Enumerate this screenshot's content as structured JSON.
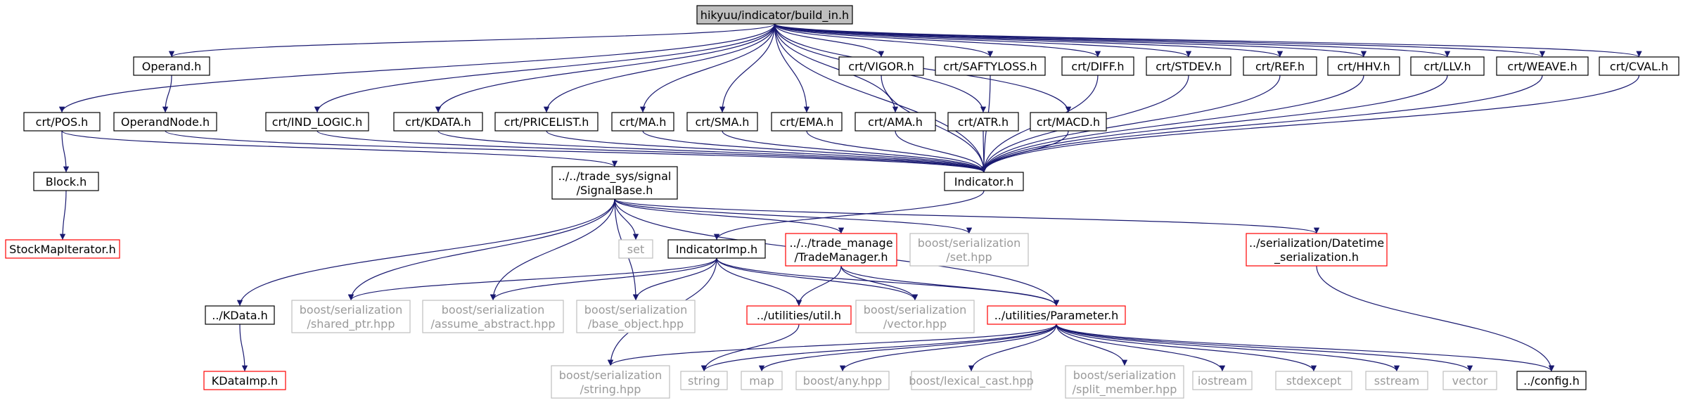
{
  "colors": {
    "edge": "#191970",
    "border_normal": "#000000",
    "border_missing": "#ff0000",
    "border_external": "#bfbfbf",
    "root_fill": "#bfbfbf",
    "text_external": "#9a9a9a"
  },
  "nodes": {
    "root": {
      "label": "hikyuu/indicator/build_in.h",
      "kind": "root"
    },
    "operand": {
      "label": "Operand.h",
      "kind": "normal"
    },
    "operandnode": {
      "label": "OperandNode.h",
      "kind": "normal"
    },
    "pos": {
      "label": "crt/POS.h",
      "kind": "normal"
    },
    "block": {
      "label": "Block.h",
      "kind": "normal"
    },
    "stockmapit": {
      "label": "StockMapIterator.h",
      "kind": "missing"
    },
    "ind_logic": {
      "label": "crt/IND_LOGIC.h",
      "kind": "normal"
    },
    "kdata_crt": {
      "label": "crt/KDATA.h",
      "kind": "normal"
    },
    "pricelist": {
      "label": "crt/PRICELIST.h",
      "kind": "normal"
    },
    "ma": {
      "label": "crt/MA.h",
      "kind": "normal"
    },
    "sma": {
      "label": "crt/SMA.h",
      "kind": "normal"
    },
    "ema": {
      "label": "crt/EMA.h",
      "kind": "normal"
    },
    "ama": {
      "label": "crt/AMA.h",
      "kind": "normal"
    },
    "atr": {
      "label": "crt/ATR.h",
      "kind": "normal"
    },
    "macd": {
      "label": "crt/MACD.h",
      "kind": "normal"
    },
    "vigor": {
      "label": "crt/VIGOR.h",
      "kind": "normal"
    },
    "saftyloss": {
      "label": "crt/SAFTYLOSS.h",
      "kind": "normal"
    },
    "diff": {
      "label": "crt/DIFF.h",
      "kind": "normal"
    },
    "stdev": {
      "label": "crt/STDEV.h",
      "kind": "normal"
    },
    "ref": {
      "label": "crt/REF.h",
      "kind": "normal"
    },
    "hhv": {
      "label": "crt/HHV.h",
      "kind": "normal"
    },
    "llv": {
      "label": "crt/LLV.h",
      "kind": "normal"
    },
    "weave": {
      "label": "crt/WEAVE.h",
      "kind": "normal"
    },
    "cval": {
      "label": "crt/CVAL.h",
      "kind": "normal"
    },
    "indicator": {
      "label": "Indicator.h",
      "kind": "normal"
    },
    "signalbase": {
      "label1": "../../trade_sys/signal",
      "label2": "/SignalBase.h",
      "kind": "normal"
    },
    "indicatorimp": {
      "label": "IndicatorImp.h",
      "kind": "normal"
    },
    "set": {
      "label": "set",
      "kind": "external"
    },
    "trademanager": {
      "label1": "../../trade_manage",
      "label2": "/TradeManager.h",
      "kind": "missing"
    },
    "set_hpp": {
      "label1": "boost/serialization",
      "label2": "/set.hpp",
      "kind": "external"
    },
    "dt_ser": {
      "label1": "../serialization/Datetime",
      "label2": "_serialization.h",
      "kind": "missing"
    },
    "kdata_h": {
      "label": "../KData.h",
      "kind": "normal"
    },
    "kdataimp": {
      "label": "KDataImp.h",
      "kind": "missing"
    },
    "shared_ptr": {
      "label1": "boost/serialization",
      "label2": "/shared_ptr.hpp",
      "kind": "external"
    },
    "assume_abstract": {
      "label1": "boost/serialization",
      "label2": "/assume_abstract.hpp",
      "kind": "external"
    },
    "base_object": {
      "label1": "boost/serialization",
      "label2": "/base_object.hpp",
      "kind": "external"
    },
    "util": {
      "label": "../utilities/util.h",
      "kind": "missing"
    },
    "vector_hpp": {
      "label1": "boost/serialization",
      "label2": "/vector.hpp",
      "kind": "external"
    },
    "parameter": {
      "label": "../utilities/Parameter.h",
      "kind": "missing"
    },
    "string_hpp": {
      "label1": "boost/serialization",
      "label2": "/string.hpp",
      "kind": "external"
    },
    "string": {
      "label": "string",
      "kind": "external"
    },
    "map": {
      "label": "map",
      "kind": "external"
    },
    "any": {
      "label": "boost/any.hpp",
      "kind": "external"
    },
    "lexical_cast": {
      "label": "boost/lexical_cast.hpp",
      "kind": "external"
    },
    "split_member": {
      "label1": "boost/serialization",
      "label2": "/split_member.hpp",
      "kind": "external"
    },
    "iostream": {
      "label": "iostream",
      "kind": "external"
    },
    "stdexcept": {
      "label": "stdexcept",
      "kind": "external"
    },
    "sstream": {
      "label": "sstream",
      "kind": "external"
    },
    "vector": {
      "label": "vector",
      "kind": "external"
    },
    "config": {
      "label": "../config.h",
      "kind": "normal"
    }
  },
  "edges": [
    [
      "root",
      "operand"
    ],
    [
      "root",
      "pos"
    ],
    [
      "root",
      "ind_logic"
    ],
    [
      "root",
      "kdata_crt"
    ],
    [
      "root",
      "pricelist"
    ],
    [
      "root",
      "ma"
    ],
    [
      "root",
      "sma"
    ],
    [
      "root",
      "ema"
    ],
    [
      "root",
      "ama"
    ],
    [
      "root",
      "atr"
    ],
    [
      "root",
      "macd"
    ],
    [
      "root",
      "vigor"
    ],
    [
      "root",
      "saftyloss"
    ],
    [
      "root",
      "diff"
    ],
    [
      "root",
      "stdev"
    ],
    [
      "root",
      "ref"
    ],
    [
      "root",
      "hhv"
    ],
    [
      "root",
      "llv"
    ],
    [
      "root",
      "weave"
    ],
    [
      "root",
      "cval"
    ],
    [
      "root",
      "indicator"
    ],
    [
      "operand",
      "operandnode"
    ],
    [
      "operandnode",
      "indicator"
    ],
    [
      "pos",
      "block"
    ],
    [
      "block",
      "stockmapit"
    ],
    [
      "pos",
      "signalbase"
    ],
    [
      "ind_logic",
      "indicator"
    ],
    [
      "kdata_crt",
      "indicator"
    ],
    [
      "pricelist",
      "indicator"
    ],
    [
      "ma",
      "indicator"
    ],
    [
      "sma",
      "indicator"
    ],
    [
      "ema",
      "indicator"
    ],
    [
      "ama",
      "indicator"
    ],
    [
      "atr",
      "indicator"
    ],
    [
      "macd",
      "indicator"
    ],
    [
      "vigor",
      "indicator"
    ],
    [
      "saftyloss",
      "indicator"
    ],
    [
      "diff",
      "indicator"
    ],
    [
      "stdev",
      "indicator"
    ],
    [
      "ref",
      "indicator"
    ],
    [
      "hhv",
      "indicator"
    ],
    [
      "llv",
      "indicator"
    ],
    [
      "weave",
      "indicator"
    ],
    [
      "cval",
      "indicator"
    ],
    [
      "indicator",
      "indicatorimp"
    ],
    [
      "signalbase",
      "kdata_h"
    ],
    [
      "signalbase",
      "shared_ptr"
    ],
    [
      "signalbase",
      "assume_abstract"
    ],
    [
      "signalbase",
      "base_object"
    ],
    [
      "signalbase",
      "set"
    ],
    [
      "signalbase",
      "trademanager"
    ],
    [
      "signalbase",
      "set_hpp"
    ],
    [
      "signalbase",
      "parameter"
    ],
    [
      "signalbase",
      "dt_ser"
    ],
    [
      "kdata_h",
      "kdataimp"
    ],
    [
      "indicatorimp",
      "shared_ptr"
    ],
    [
      "indicatorimp",
      "assume_abstract"
    ],
    [
      "indicatorimp",
      "base_object"
    ],
    [
      "indicatorimp",
      "util"
    ],
    [
      "indicatorimp",
      "vector_hpp"
    ],
    [
      "indicatorimp",
      "parameter"
    ],
    [
      "indicatorimp",
      "string_hpp"
    ],
    [
      "trademanager",
      "util"
    ],
    [
      "trademanager",
      "vector_hpp"
    ],
    [
      "trademanager",
      "parameter"
    ],
    [
      "util",
      "string"
    ],
    [
      "dt_ser",
      "config"
    ],
    [
      "parameter",
      "string_hpp"
    ],
    [
      "parameter",
      "string"
    ],
    [
      "parameter",
      "map"
    ],
    [
      "parameter",
      "any"
    ],
    [
      "parameter",
      "lexical_cast"
    ],
    [
      "parameter",
      "split_member"
    ],
    [
      "parameter",
      "iostream"
    ],
    [
      "parameter",
      "stdexcept"
    ],
    [
      "parameter",
      "sstream"
    ],
    [
      "parameter",
      "vector"
    ],
    [
      "parameter",
      "config"
    ]
  ]
}
